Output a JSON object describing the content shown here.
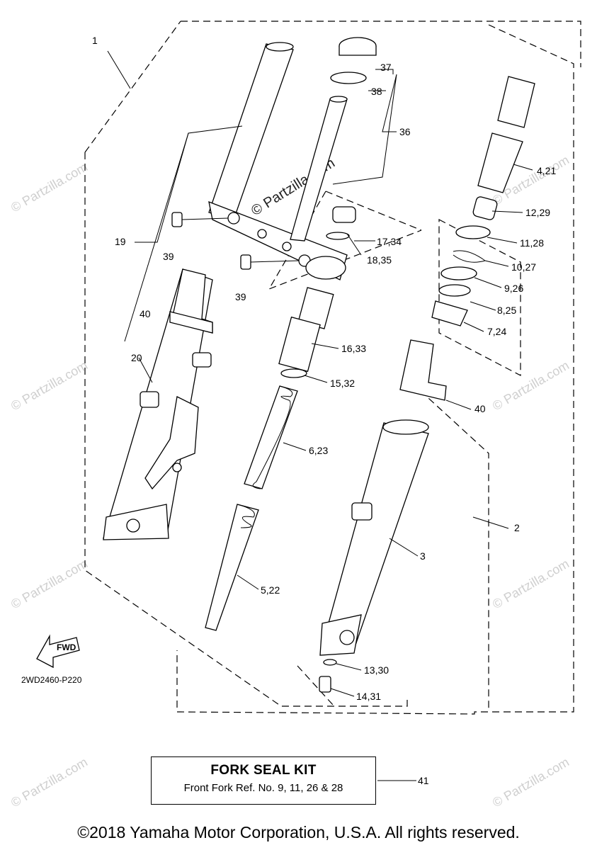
{
  "watermark": {
    "text": "© Partzilla.com",
    "main_text": "© Partzilla.com"
  },
  "callouts": {
    "c1": "1",
    "c2": "2",
    "c3": "3",
    "c4_21": "4,21",
    "c5_22": "5,22",
    "c6_23": "6,23",
    "c7_24": "7,24",
    "c8_25": "8,25",
    "c9_26": "9,26",
    "c10_27": "10,27",
    "c11_28": "11,28",
    "c12_29": "12,29",
    "c13_30": "13,30",
    "c14_31": "14,31",
    "c15_32": "15,32",
    "c16_33": "16,33",
    "c17_34": "17,34",
    "c18_35": "18,35",
    "c19": "19",
    "c20": "20",
    "c36": "36",
    "c37": "37",
    "c38": "38",
    "c39a": "39",
    "c39b": "39",
    "c40a": "40",
    "c40b": "40",
    "c41": "41"
  },
  "fwd_label": "FWD",
  "diagram_code": "2WD2460-P220",
  "kit": {
    "title": "FORK SEAL KIT",
    "subtitle": "Front Fork Ref. No. 9, 11, 26 & 28"
  },
  "copyright": "©2018 Yamaha Motor Corporation, U.S.A. All rights reserved."
}
